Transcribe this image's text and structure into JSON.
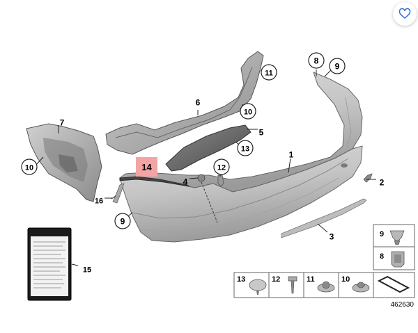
{
  "diagram": {
    "part_labels": [
      {
        "id": "p1",
        "text": "1",
        "circled": false
      },
      {
        "id": "p2",
        "text": "2",
        "circled": false
      },
      {
        "id": "p3",
        "text": "3",
        "circled": false
      },
      {
        "id": "p4",
        "text": "4",
        "circled": false
      },
      {
        "id": "p5",
        "text": "5",
        "circled": false
      },
      {
        "id": "p6",
        "text": "6",
        "circled": false
      },
      {
        "id": "p7",
        "text": "7",
        "circled": false
      },
      {
        "id": "p8",
        "text": "8",
        "circled": true
      },
      {
        "id": "p9a",
        "text": "9",
        "circled": true
      },
      {
        "id": "p9b",
        "text": "9",
        "circled": true
      },
      {
        "id": "p10a",
        "text": "10",
        "circled": true
      },
      {
        "id": "p10b",
        "text": "10",
        "circled": true
      },
      {
        "id": "p11",
        "text": "11",
        "circled": true
      },
      {
        "id": "p12",
        "text": "12",
        "circled": true
      },
      {
        "id": "p13",
        "text": "13",
        "circled": true
      },
      {
        "id": "p15",
        "text": "15",
        "circled": false
      },
      {
        "id": "p16",
        "text": "16",
        "circled": false
      }
    ],
    "highlight_label": "14",
    "highlight_color": "#f4a4a4",
    "legend_top": [
      {
        "id": "lt9",
        "text": "9"
      },
      {
        "id": "lt8",
        "text": "8"
      }
    ],
    "legend_bottom": [
      {
        "id": "lb13",
        "text": "13"
      },
      {
        "id": "lb12",
        "text": "12"
      },
      {
        "id": "lb11",
        "text": "11"
      },
      {
        "id": "lb10",
        "text": "10"
      }
    ],
    "diagram_number": "462630"
  },
  "ui": {
    "favorite_icon": "heart-outline-icon",
    "accent_color": "#2f6fd6"
  }
}
